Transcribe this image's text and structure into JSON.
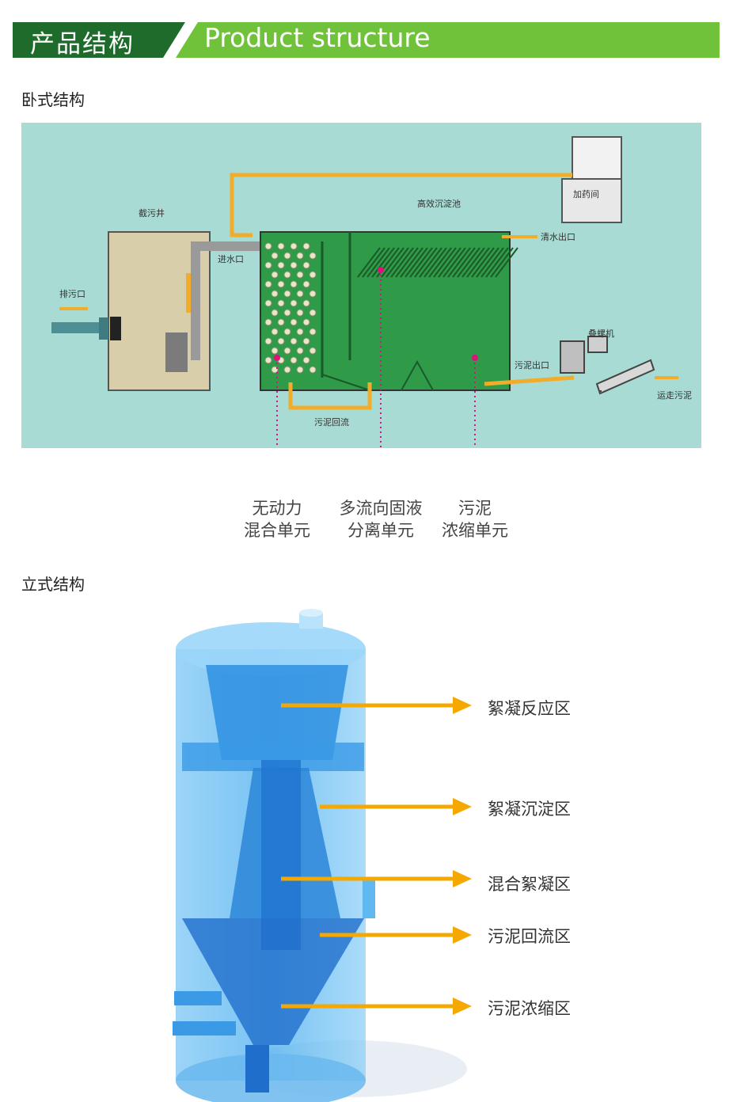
{
  "header": {
    "title_cn": "产品结构",
    "title_en": "Product structure",
    "colors": {
      "dark_green": "#1f6b2c",
      "light_green": "#6fc23a"
    }
  },
  "horizontal_section": {
    "title": "卧式结构",
    "diagram_labels": {
      "sump": "截污井",
      "drain_inlet": "排污口",
      "water_inlet": "进水口",
      "tank": "高效沉淀池",
      "dosing": "加药间",
      "clear_outlet": "清水出口",
      "sludge_outlet": "污泥出口",
      "screw_press": "叠螺机",
      "sludge_return": "污泥回流",
      "to_disposal": "运走污泥"
    },
    "callouts": [
      {
        "line1": "无动力",
        "line2": "混合单元"
      },
      {
        "line1": "多流向固液",
        "line2": "分离单元"
      },
      {
        "line1": "污泥",
        "line2": "浓缩单元"
      }
    ],
    "colors": {
      "background": "#a8dbd3",
      "tank": "#2f9a48",
      "pipe": "#f2ac2c",
      "callout_dot": "#e0117f"
    }
  },
  "vertical_section": {
    "title": "立式结构",
    "zones": [
      "絮凝反应区",
      "絮凝沉淀区",
      "混合絮凝区",
      "污泥回流区",
      "污泥浓缩区"
    ],
    "colors": {
      "vessel": "#4aaef0",
      "arrow": "#f5a800"
    }
  }
}
